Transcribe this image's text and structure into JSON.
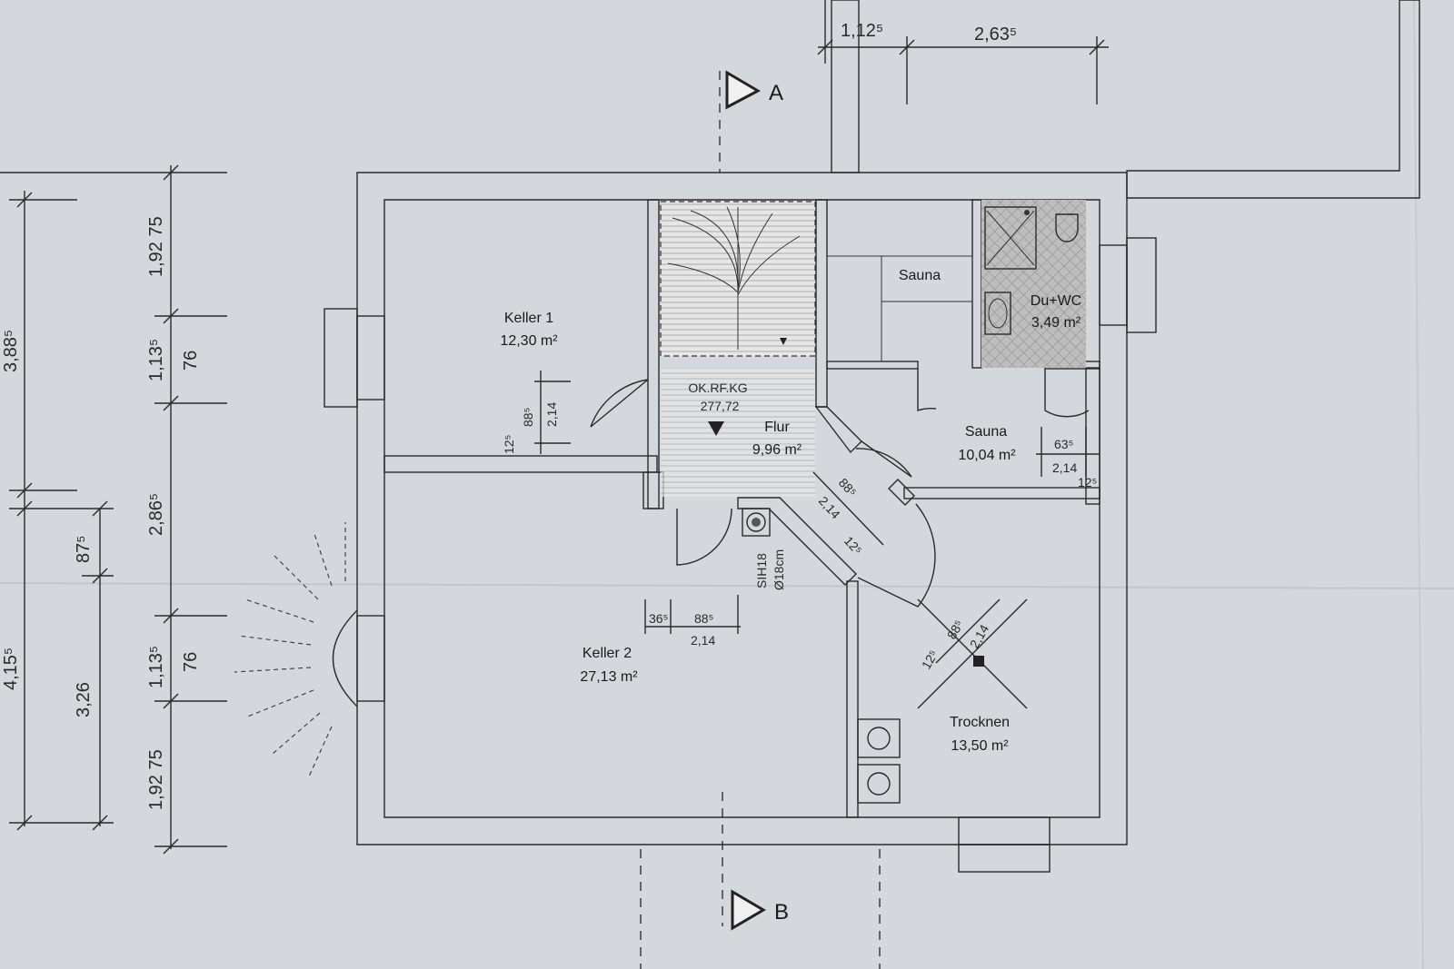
{
  "rooms": {
    "keller1": {
      "name": "Keller 1",
      "area": "12,30 m²"
    },
    "keller2": {
      "name": "Keller 2",
      "area": "27,13 m²"
    },
    "flur": {
      "name": "Flur",
      "area": "9,96 m²",
      "level_label": "OK.RF.KG",
      "level_value": "277,72"
    },
    "sauna_top": {
      "name": "Sauna"
    },
    "sauna": {
      "name": "Sauna",
      "area": "10,04 m²"
    },
    "duwc": {
      "name": "Du+WC",
      "area": "3,49 m²"
    },
    "trocknen": {
      "name": "Trocknen",
      "area": "13,50 m²"
    }
  },
  "chimney": {
    "line1": "SIH18",
    "line2": "Ø18cm"
  },
  "sections": {
    "a": "A",
    "b": "B"
  },
  "dims": {
    "top_1125": "1,12⁵",
    "top_2635": "2,63⁵",
    "left_19275_top": "1,92 75",
    "left_1135_top": "1,13⁵",
    "left_76_top": "76",
    "left_2865": "2,86⁵",
    "left_875": "87⁵",
    "left_1135_bot": "1,13⁵",
    "left_76_bot": "76",
    "left_326": "3,26",
    "left_19275_bot": "1,92 75",
    "left_388": "3,88⁵",
    "left_415": "4,15⁵",
    "k1_885": "88⁵",
    "k1_214": "2,14",
    "k1_125": "12⁵",
    "k2_365": "36⁵",
    "k2_885": "88⁵",
    "k2_214": "2,14",
    "fl_885": "88⁵",
    "fl_214": "2,14",
    "fl_125": "12⁵",
    "sa_635": "63⁵",
    "sa_214": "2,14",
    "sa_125": "12⁵",
    "tr_885": "88⁵",
    "tr_214": "2,14",
    "tr_125": "12⁵"
  }
}
